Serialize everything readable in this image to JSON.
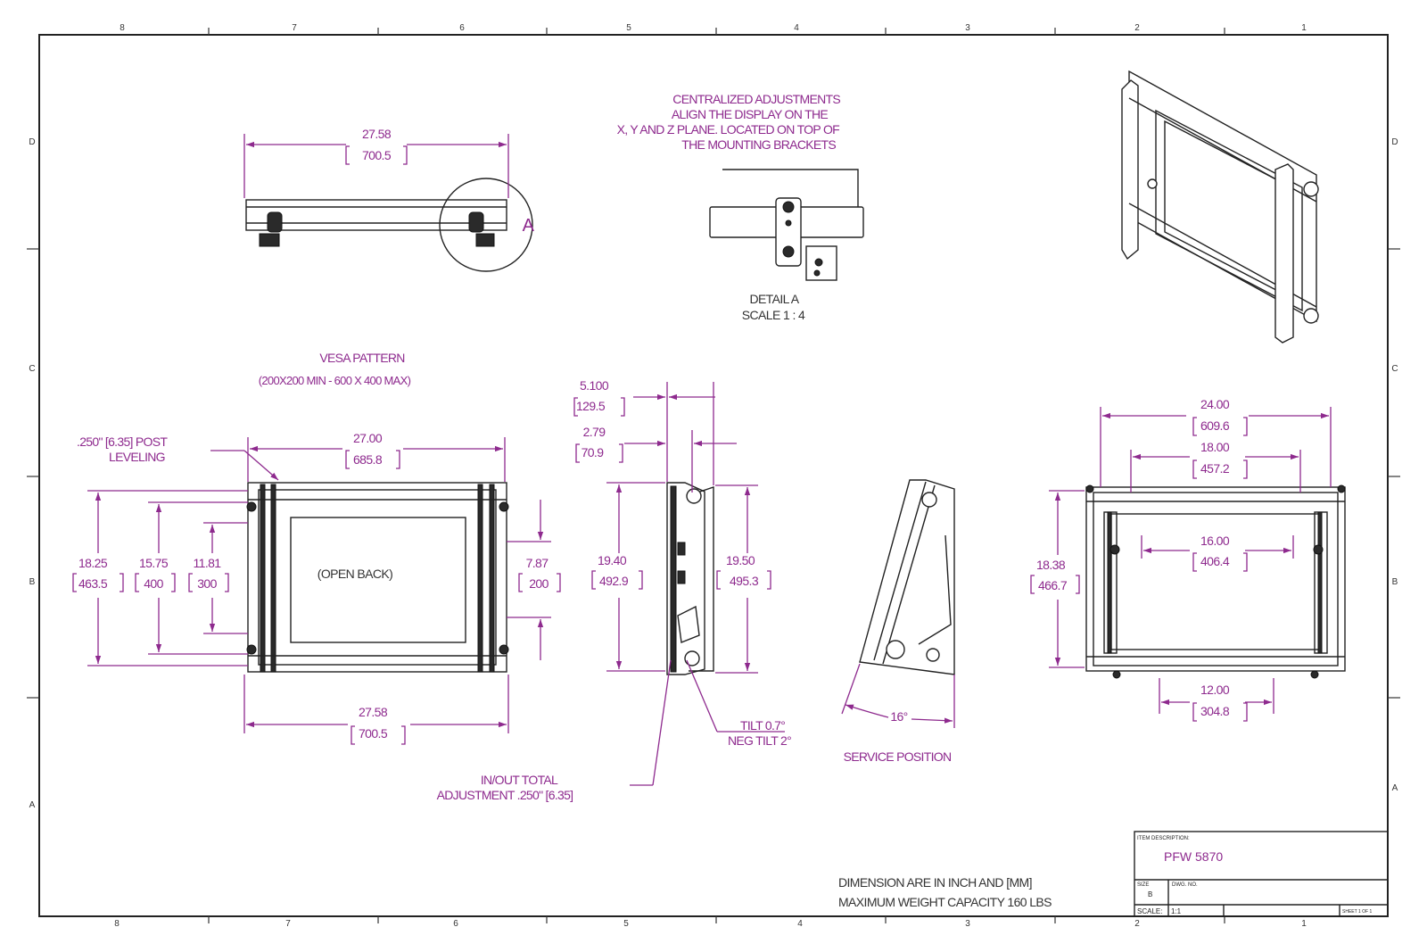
{
  "zones": {
    "cols_top": [
      "8",
      "7",
      "6",
      "5",
      "4",
      "3",
      "2",
      "1"
    ],
    "cols_bottom": [
      "8",
      "7",
      "6",
      "5",
      "4",
      "3",
      "2",
      "1"
    ],
    "rows_left": [
      "D",
      "C",
      "B",
      "A"
    ],
    "rows_right": [
      "D",
      "C",
      "B",
      "A"
    ]
  },
  "top_view": {
    "width_in": "27.58",
    "width_mm": "700.5",
    "detail_callout": "A"
  },
  "detail_a": {
    "note_lines": [
      "CENTRALIZED ADJUSTMENTS",
      "ALIGN THE DISPLAY ON THE",
      "X, Y AND Z PLANE. LOCATED ON TOP OF",
      "THE MOUNTING BRACKETS"
    ],
    "title": "DETAIL A",
    "scale": "SCALE 1 : 4"
  },
  "front_view": {
    "vesa_title": "VESA PATTERN",
    "vesa_range": "(200X200 MIN - 600 X 400 MAX)",
    "post_note_1": ".250\" [6.35] POST",
    "post_note_2": "LEVELING",
    "open_back": "(OPEN BACK)",
    "top_width_in": "27.00",
    "top_width_mm": "685.8",
    "bottom_width_in": "27.58",
    "bottom_width_mm": "700.5",
    "h1_in": "18.25",
    "h1_mm": "463.5",
    "h2_in": "15.75",
    "h2_mm": "400",
    "h3_in": "11.81",
    "h3_mm": "300",
    "h4_in": "7.87",
    "h4_mm": "200",
    "inout_1": "IN/OUT TOTAL",
    "inout_2": "ADJUSTMENT .250\" [6.35]"
  },
  "side_view": {
    "d1_in": "5.100",
    "d1_mm": "129.5",
    "d2_in": "2.79",
    "d2_mm": "70.9",
    "h_left_in": "19.40",
    "h_left_mm": "492.9",
    "h_right_in": "19.50",
    "h_right_mm": "495.3",
    "tilt_1": "TILT 0.7°",
    "tilt_2": "NEG TILT 2°"
  },
  "service_view": {
    "angle": "16°",
    "label": "SERVICE POSITION"
  },
  "rear_view": {
    "w1_in": "24.00",
    "w1_mm": "609.6",
    "w2_in": "18.00",
    "w2_mm": "457.2",
    "w3_in": "16.00",
    "w3_mm": "406.4",
    "w4_in": "12.00",
    "w4_mm": "304.8",
    "h_in": "18.38",
    "h_mm": "466.7"
  },
  "notes": {
    "line1": "DIMENSION ARE IN INCH AND [MM]",
    "line2": "MAXIMUM WEIGHT CAPACITY 160 LBS"
  },
  "title_block": {
    "item_desc_label": "ITEM DESCRIPTION:",
    "part": "PFW 5870",
    "size_label": "SIZE",
    "size_value": "B",
    "dwg_label": "DWG. NO.",
    "scale_label": "SCALE:",
    "scale_value": "1:1",
    "sheet_label": "SHEET  1  OF  1"
  },
  "colors": {
    "dimension": "#8e2a8e",
    "line": "#222222"
  }
}
